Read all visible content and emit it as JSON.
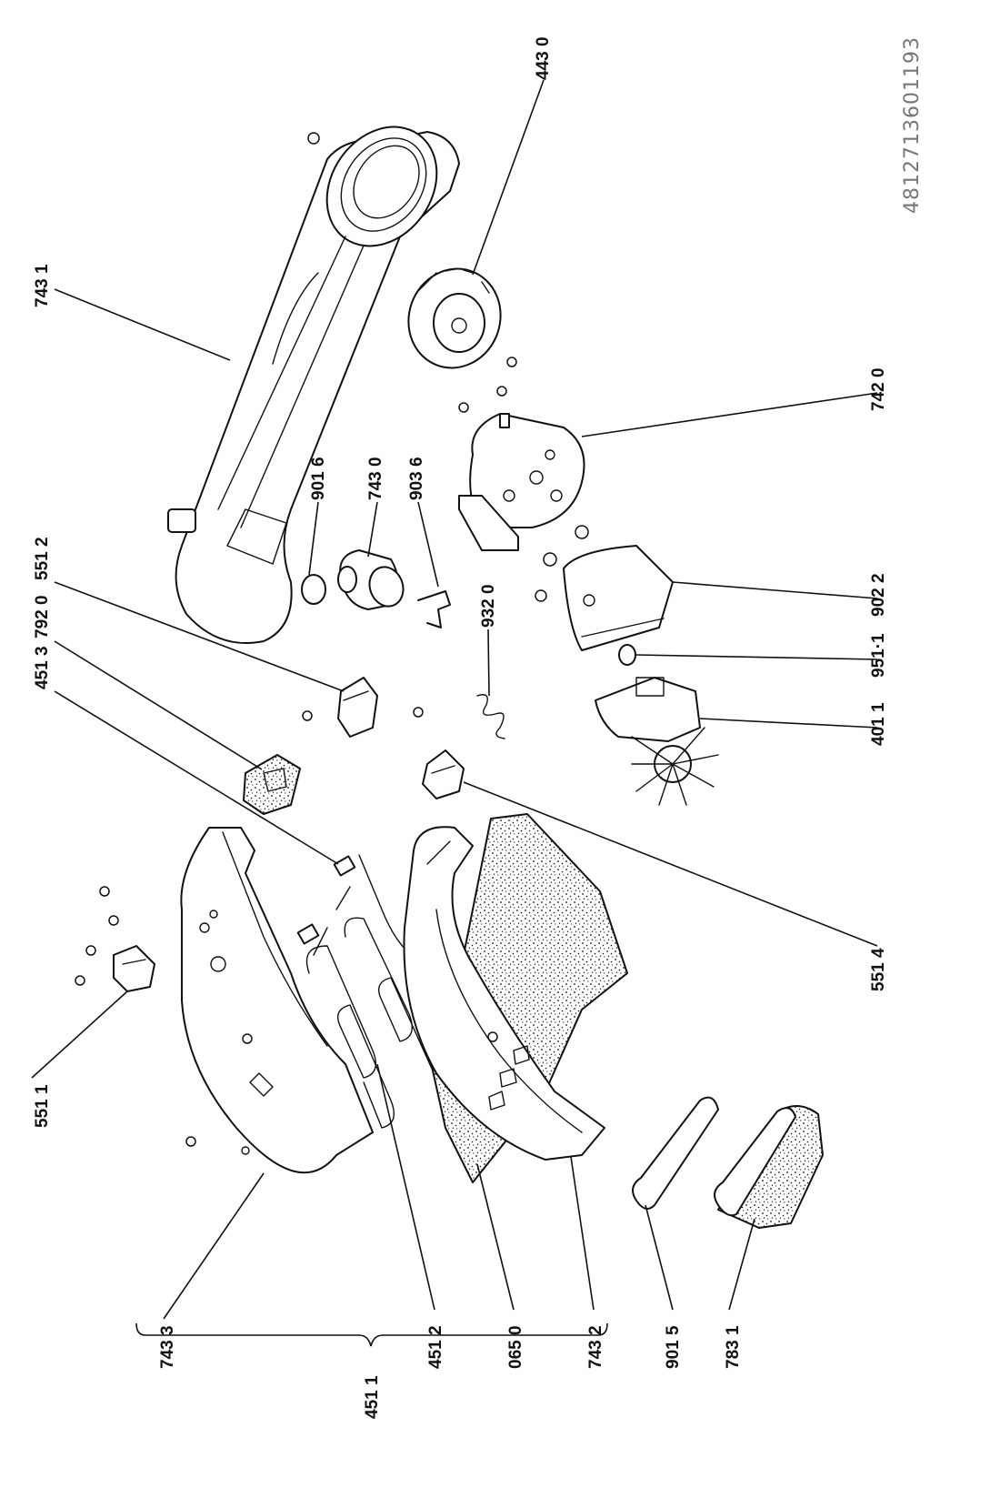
{
  "document_number": "4812713601193",
  "parts": [
    {
      "id": "p7431",
      "label": "743 1"
    },
    {
      "id": "p4430",
      "label": "443 0"
    },
    {
      "id": "p7420",
      "label": "742 0"
    },
    {
      "id": "p9016",
      "label": "901 6"
    },
    {
      "id": "p7430",
      "label": "743 0"
    },
    {
      "id": "p9036",
      "label": "903 6"
    },
    {
      "id": "p5512",
      "label": "551 2"
    },
    {
      "id": "p7920",
      "label": "792 0"
    },
    {
      "id": "p4513",
      "label": "451 3"
    },
    {
      "id": "p9320",
      "label": "932 0"
    },
    {
      "id": "p9022",
      "label": "902 2"
    },
    {
      "id": "p9511",
      "label": "951·1"
    },
    {
      "id": "p4011",
      "label": "401 1"
    },
    {
      "id": "p5514",
      "label": "551 4"
    },
    {
      "id": "p5511",
      "label": "551 1"
    },
    {
      "id": "p7433",
      "label": "743 3"
    },
    {
      "id": "p4512",
      "label": "451 2"
    },
    {
      "id": "p0650",
      "label": "065 0"
    },
    {
      "id": "p7432",
      "label": "743 2"
    },
    {
      "id": "p9015",
      "label": "901 5"
    },
    {
      "id": "p7831",
      "label": "783 1"
    },
    {
      "id": "p4511",
      "label": "451 1"
    }
  ]
}
